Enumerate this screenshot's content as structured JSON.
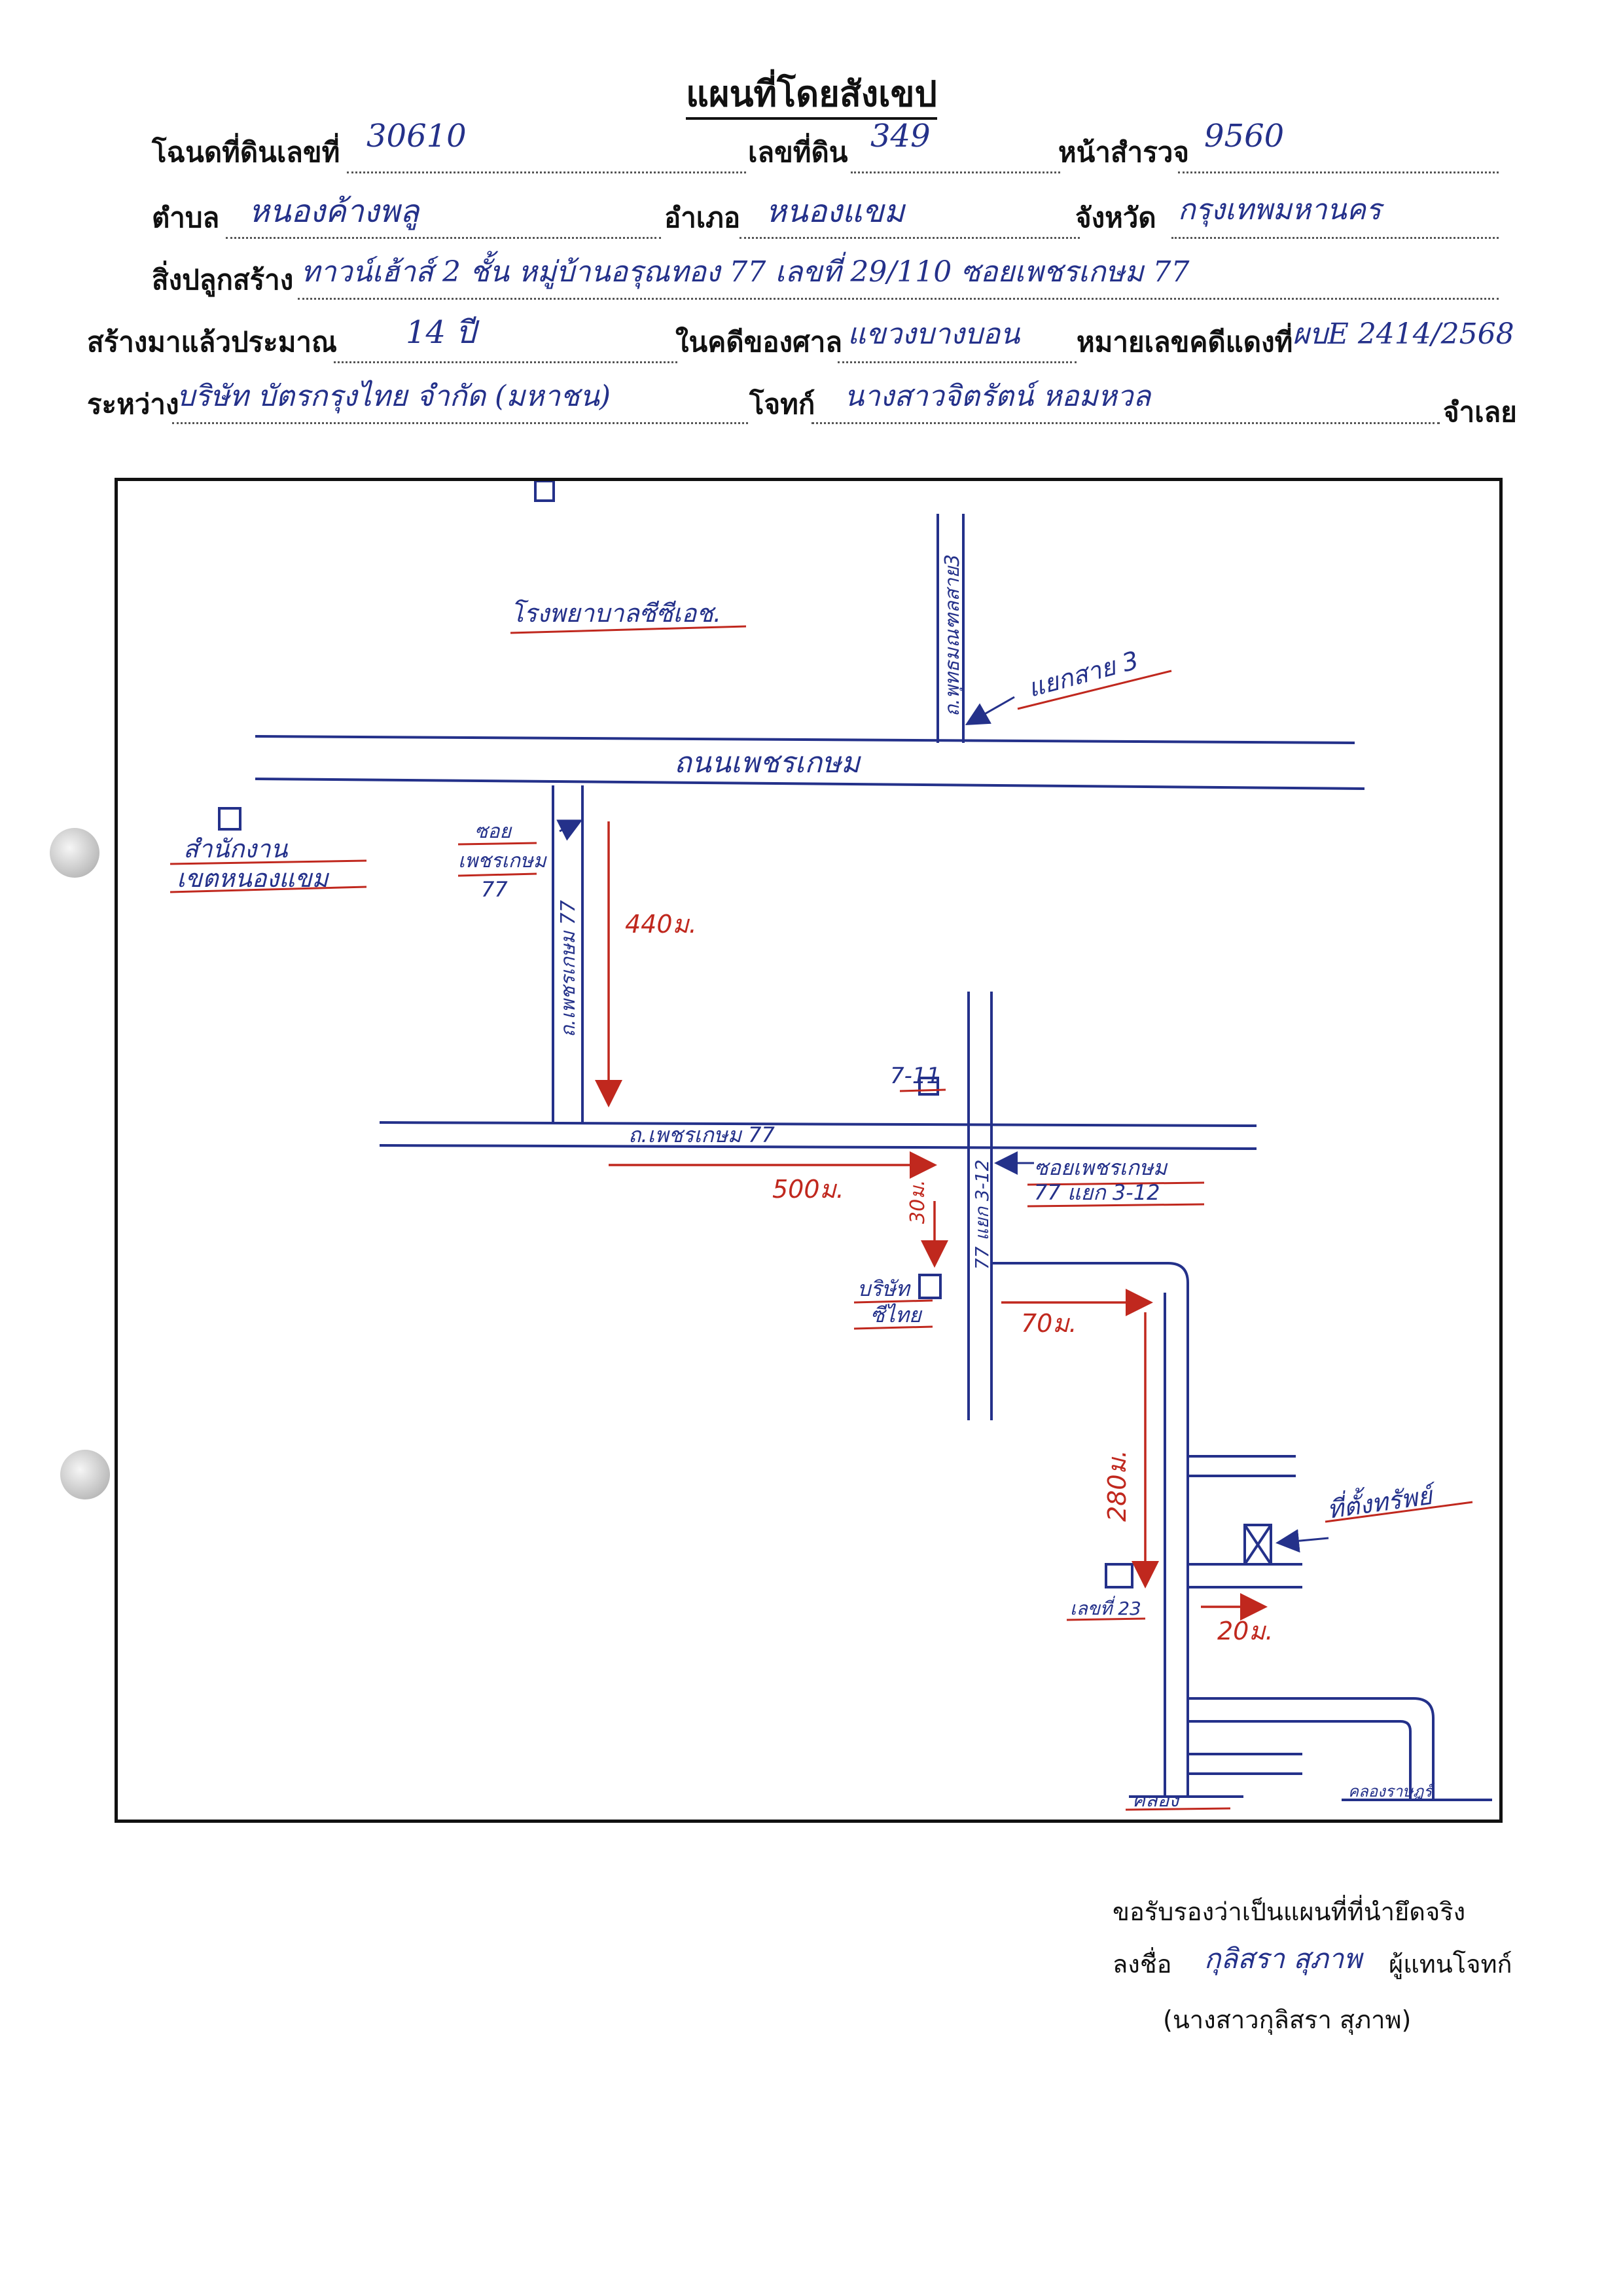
{
  "title": "แผนที่โดยสังเขป",
  "header": {
    "deed_label": "โฉนดที่ดินเลขที่",
    "deed_no": "30610",
    "land_no_label": "เลขที่ดิน",
    "land_no": "349",
    "survey_page_label": "หน้าสำรวจ",
    "survey_page": "9560",
    "tambon_label": "ตำบล",
    "tambon": "หนองค้างพลู",
    "amphoe_label": "อำเภอ",
    "amphoe": "หนองแขม",
    "province_label": "จังหวัด",
    "province": "กรุงเทพมหานคร",
    "building_label": "สิ่งปลูกสร้าง",
    "building": "ทาวน์เฮ้าส์ 2 ชั้น หมู่บ้านอรุณทอง 77 เลขที่ 29/110 ซอยเพชรเกษม 77",
    "age_label": "สร้างมาแล้วประมาณ",
    "age": "14 ปี",
    "court_label": "ในคดีของศาล",
    "court": "แขวงบางบอน",
    "case_label": "หมายเลขคดีแดงที่",
    "case_no": "ผบE 2414/2568",
    "between_label": "ระหว่าง",
    "plaintiff": "บริษัท บัตรกรุงไทย จำกัด (มหาชน)",
    "plaintiff_label": "โจทก์",
    "defendant": "นางสาวจิตรัตน์ หอมหวล",
    "defendant_label": "จำเลย"
  },
  "map": {
    "hospital": "โรงพยาบาลซีซีเอช.",
    "soi_top": "ถ.พุทธมณฑลสาย3",
    "junction": "แยกสาย 3",
    "main_road": "ถนนเพชรเกษม",
    "district_office_1": "สำนักงาน",
    "district_office_2": "เขตหนองแขม",
    "soi_label_1": "ซอย",
    "soi_label_2": "เพชรเกษม",
    "soi_label_3": "77",
    "soi_road_vertical": "ถ.เพชรเกษม 77",
    "dist_440": "440ม.",
    "seven_eleven": "7-11",
    "soi_road_horizontal": "ถ.เพชรเกษม 77",
    "dist_500": "500ม.",
    "sub_soi_1": "ซอยเพชรเกษม",
    "sub_soi_2": "77 แยก 3-12",
    "sub_soi_vertical": "77 แยก 3-12",
    "dist_30": "30ม.",
    "company_1": "บริษัท",
    "company_2": "ซีไทย",
    "dist_70": "70ม.",
    "dist_280": "280ม.",
    "seized_property": "ที่ตั้งทรัพย์",
    "house_no": "เลขที่ 23",
    "dist_20": "20ม.",
    "canal": "คลอง",
    "canal_right": "คลองราษฎร์",
    "colors": {
      "ink": "#24318a",
      "red": "#c0281e"
    }
  },
  "certification": {
    "statement": "ขอรับรองว่าเป็นแผนที่ที่นำยึดจริง",
    "sign_label": "ลงชื่อ",
    "signature": "กุลิสรา สุภาพ",
    "signer_role": "ผู้แทนโจทก์",
    "signer_name": "(นางสาวกุลิสรา สุภาพ)"
  }
}
